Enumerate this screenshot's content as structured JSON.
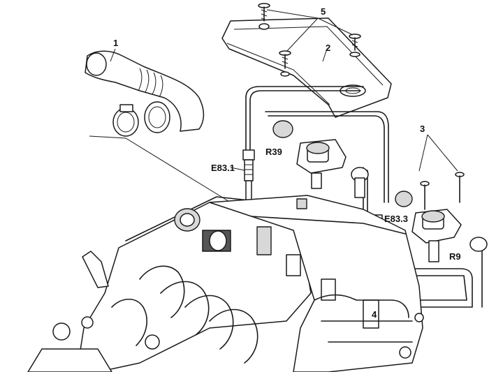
{
  "labels": {
    "part_1": "1",
    "part_2": "2",
    "part_3": "3",
    "part_4": "4",
    "part_5": "5",
    "e83_1": "E83.1",
    "e83_3": "E83.3",
    "r39": "R39",
    "r9": "R9"
  },
  "icons": {
    "bolt": "bolt-icon",
    "ignition_coil": "ignition-coil-icon",
    "spark_plug_connector": "spark-plug-connector-icon",
    "hose_clamp": "hose-clamp-icon"
  },
  "colors": {
    "ink": "#1a1a1a",
    "paper": "#ffffff",
    "shade": "#d8d8d8"
  }
}
